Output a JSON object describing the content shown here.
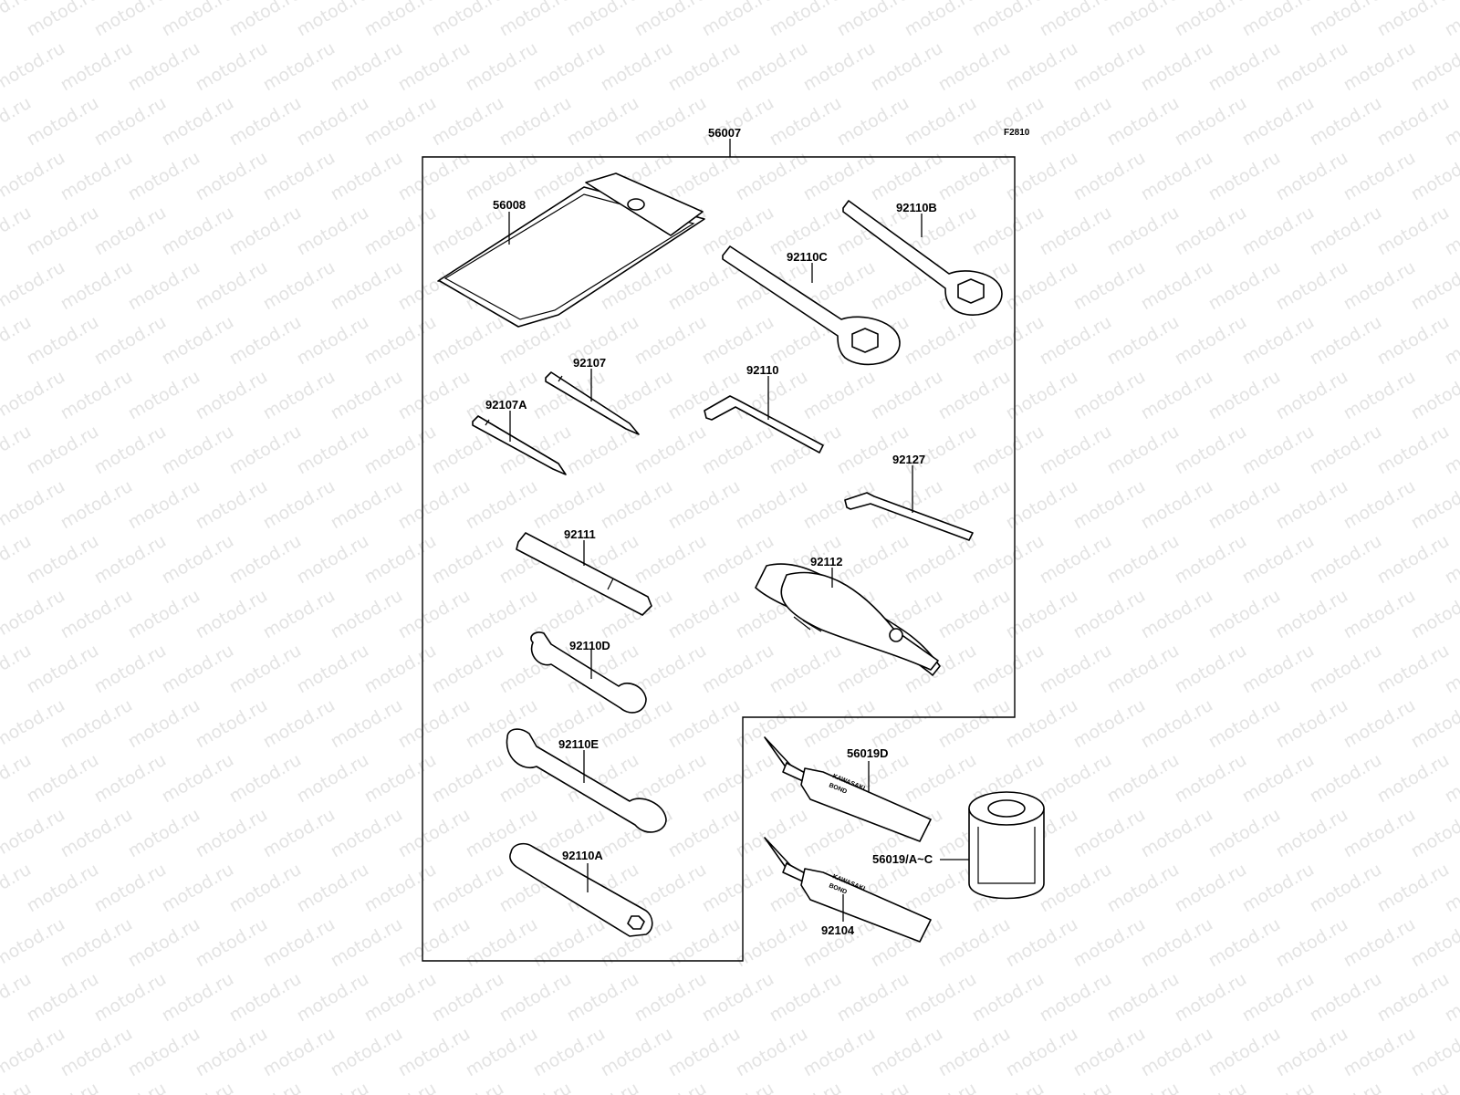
{
  "figure_code": "F2810",
  "watermark": "motod.ru",
  "parts": {
    "kit": "56007",
    "pouch": "56008",
    "ring_wrench_b": "92110B",
    "ring_wrench_c": "92110C",
    "driver_bit": "92107",
    "driver_bit_a": "92107A",
    "hex_key_large": "92110",
    "hex_key_small": "92127",
    "handle": "92111",
    "pliers": "92112",
    "open_wrench_d": "92110D",
    "open_wrench_e": "92110E",
    "box_wrench_a": "92110A",
    "bond_tube": "56019D",
    "bond_can": "56019/A~C",
    "bond_tube_2": "92104"
  },
  "tube_print": [
    "KAWASAKI",
    "BOND"
  ]
}
